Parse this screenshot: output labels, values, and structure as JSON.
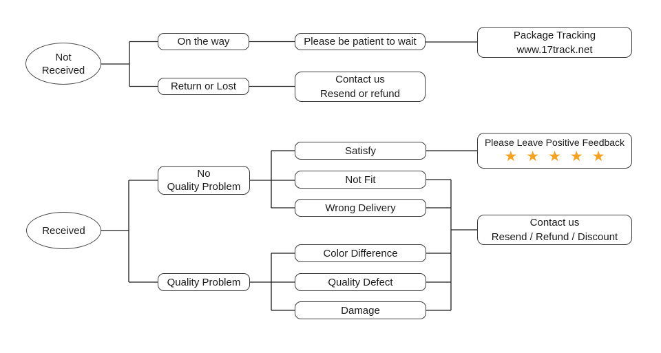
{
  "colors": {
    "bg": "#ffffff",
    "text": "#1a1a1a",
    "border": "#3e3e3e",
    "line": "#1c1c1c",
    "star": "#F6A21D"
  },
  "not_received_flow": {
    "root": {
      "line1": "Not",
      "line2": "Received"
    },
    "on_the_way": "On the way",
    "be_patient": "Please be patient to wait",
    "package_tracking": {
      "line1": "Package Tracking",
      "line2": "www.17track.net"
    },
    "return_or_lost": "Return or Lost",
    "contact": {
      "line1": "Contact us",
      "line2": "Resend or refund"
    }
  },
  "received_flow": {
    "root": "Received",
    "no_quality_problem": {
      "line1": "No",
      "line2": "Quality Problem"
    },
    "quality_problem": "Quality Problem",
    "satisfy": "Satisfy",
    "not_fit": "Not Fit",
    "wrong_delivery": "Wrong Delivery",
    "color_difference": "Color Difference",
    "quality_defect": "Quality Defect",
    "damage": "Damage",
    "feedback": {
      "label": "Please Leave Positive Feedback",
      "stars": "★★★★★",
      "rating": 5
    },
    "contact": {
      "line1": "Contact us",
      "line2": "Resend / Refund / Discount"
    }
  }
}
